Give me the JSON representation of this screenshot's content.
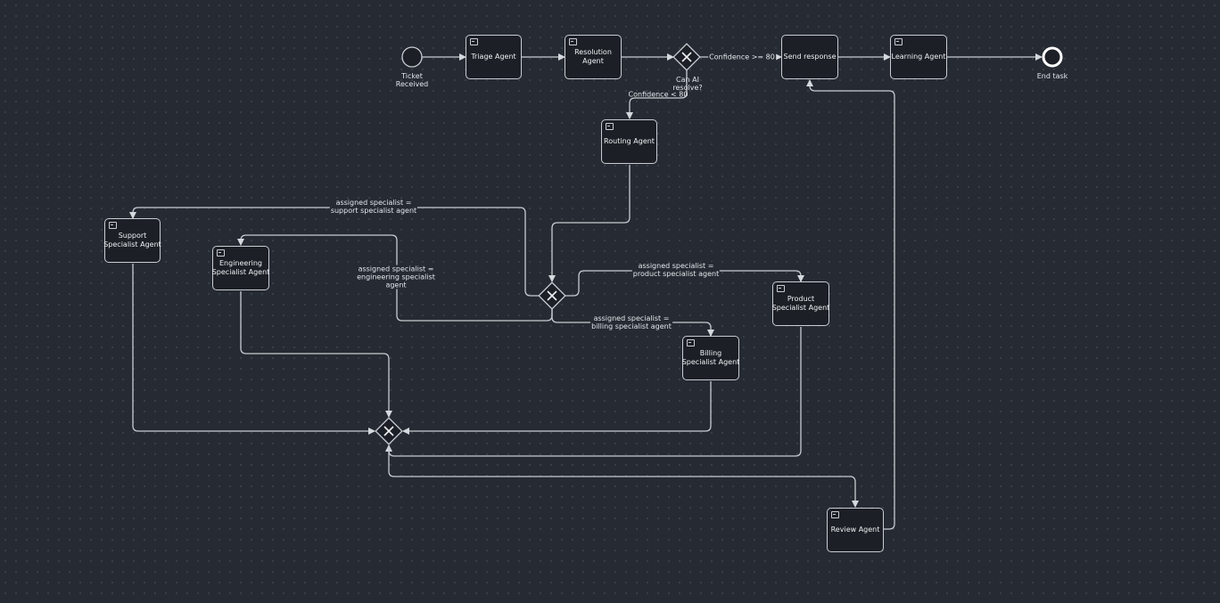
{
  "start_event": {
    "label": "Ticket\nReceived"
  },
  "end_event": {
    "label": "End task"
  },
  "tasks": {
    "triage": "Triage Agent",
    "resolution": "Resolution\nAgent",
    "send": "Send response",
    "learning": "Learning Agent",
    "routing": "Routing Agent",
    "support": "Support\nSpecialist Agent",
    "engineering": "Engineering\nSpecialist Agent",
    "product": "Product\nSpecialist Agent",
    "billing": "Billing\nSpecialist Agent",
    "review": "Review Agent"
  },
  "gateways": {
    "resolve": "Can AI\nresolve?"
  },
  "flow_labels": {
    "high_confidence": "Confidence >= 80",
    "low_confidence": "Confidence < 80",
    "support": "assigned specialist =\nsupport specialist agent",
    "engineering": "assigned specialist =\nengineering specialist\nagent",
    "product": "assigned specialist =\nproduct specialist agent",
    "billing": "assigned specialist =\nbilling specialist agent"
  },
  "colors": {
    "background": "#262b33",
    "stroke": "#c8ccd2",
    "node_fill": "#1c2026",
    "text": "#eef0f2"
  }
}
